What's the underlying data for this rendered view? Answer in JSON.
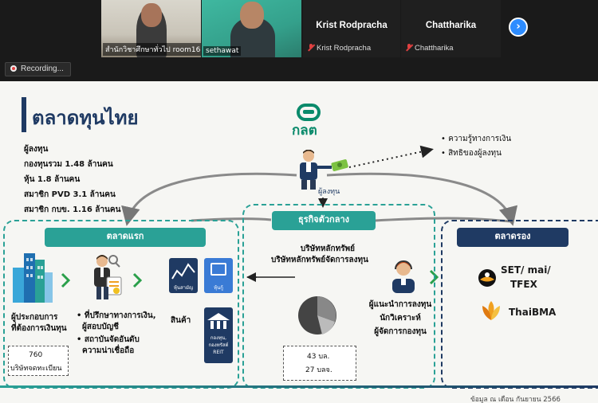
{
  "meeting": {
    "participants": [
      {
        "name": "สำนักวิชาศึกษาทั่วไป room16"
      },
      {
        "name": "sethawat"
      },
      {
        "name": "Krist Rodpracha",
        "subname": "Krist Rodpracha"
      },
      {
        "name": "Chattharika",
        "subname": "Chattharika"
      }
    ],
    "next_icon": "chevron-right",
    "recording_label": "Recording..."
  },
  "slide": {
    "title": "ตลาดทุนไทย",
    "investors": {
      "heading": "ผู้ลงทุน",
      "lines": [
        "กองทุนรวม 1.48 ล้านคน",
        "หุ้น 1.8 ล้านคน",
        "สมาชิก PVD 3.1 ล้านคน",
        "สมาชิก กบข. 1.16 ล้านคน"
      ]
    },
    "sec_logo_text": "กลต",
    "top_bullets": [
      "ความรู้ทางการเงิน",
      "สิทธิของผู้ลงทุน"
    ],
    "investor_label": "ผู้ลงทุน",
    "primary_market": {
      "label": "ตลาดแรก",
      "issuer": [
        "ผู้ประกอบการ",
        "ที่ต้องการเงินทุน"
      ],
      "issuer_count": "760",
      "issuer_count_label": "บริษัทจดทะเบียน",
      "advisors": [
        "ที่ปรึกษาทางการเงิน,",
        "ผู้สอบบัญชี",
        "สถาบันจัดอันดับ",
        "ความน่าเชื่อถือ"
      ],
      "products_label": "สินค้า",
      "product_tags": [
        "หุ้นสามัญ",
        "หุ้นกู้",
        "กองทุน, กองทรัสต์ REIT"
      ]
    },
    "intermediary": {
      "label": "ธุรกิจตัวกลาง",
      "lines": [
        "บริษัทหลักทรัพย์",
        "บริษัทหลักทรัพย์จัดการลงทุน"
      ],
      "roles": [
        "ผู้แนะนำการลงทุน",
        "นักวิเคราะห์",
        "ผู้จัดการกองทุน"
      ],
      "counts": [
        "43 บล.",
        "27 บลจ."
      ]
    },
    "secondary_market": {
      "label": "ตลาดรอง",
      "exchange_line1": "SET/ mai/",
      "exchange_line2": "TFEX",
      "bma": "ThaiBMA"
    },
    "footnote": "ข้อมูล ณ เดือน กันยายน 2566",
    "colors": {
      "teal": "#2aa196",
      "navy": "#1f3a63"
    }
  }
}
